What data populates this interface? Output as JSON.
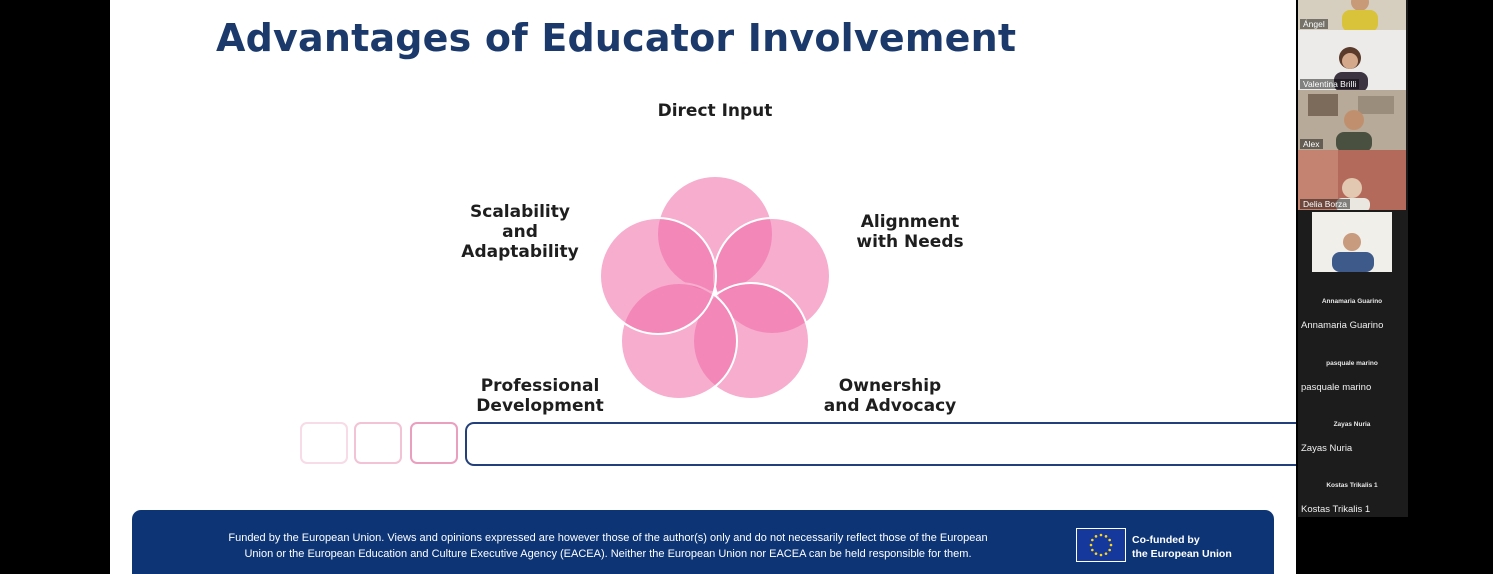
{
  "slide": {
    "title": "Advantages of Educator Involvement",
    "petals": [
      {
        "label": "Direct Input"
      },
      {
        "label_lines": [
          "Scalability",
          "and",
          "Adaptability"
        ]
      },
      {
        "label_lines": [
          "Alignment",
          "with Needs"
        ]
      },
      {
        "label_lines": [
          "Professional",
          "Development"
        ]
      },
      {
        "label_lines": [
          "Ownership",
          "and Advocacy"
        ]
      }
    ],
    "footer": {
      "disclaimer_line1": "Funded by the European Union. Views and opinions expressed are however those of the author(s) only and do not necessarily reflect those of the European",
      "disclaimer_line2": "Union or the European Education and Culture Executive Agency (EACEA). Neither the European Union nor EACEA can be held responsible for them.",
      "cofunded_line1": "Co-funded by",
      "cofunded_line2": "the European Union"
    },
    "colors": {
      "title": "#1b3a6b",
      "petal": "#f06aa6",
      "footer_bg": "#0d3576",
      "flag_blue": "#14389c",
      "flag_star": "#ffd617"
    }
  },
  "participants": {
    "video": [
      {
        "name": "Ángel"
      },
      {
        "name": "Valentina Brilli"
      },
      {
        "name": "Alex"
      },
      {
        "name": "Delia Borza"
      },
      {
        "name": ""
      }
    ],
    "avatar": [
      {
        "small": "Annamaria Guarino",
        "name": "Annamaria Guarino"
      },
      {
        "small": "pasquale marino",
        "name": "pasquale marino"
      },
      {
        "small": "Zayas Nuria",
        "name": "Zayas Nuria"
      },
      {
        "small": "Kostas Trikalis 1",
        "name": "Kostas Trikalis 1"
      }
    ]
  }
}
